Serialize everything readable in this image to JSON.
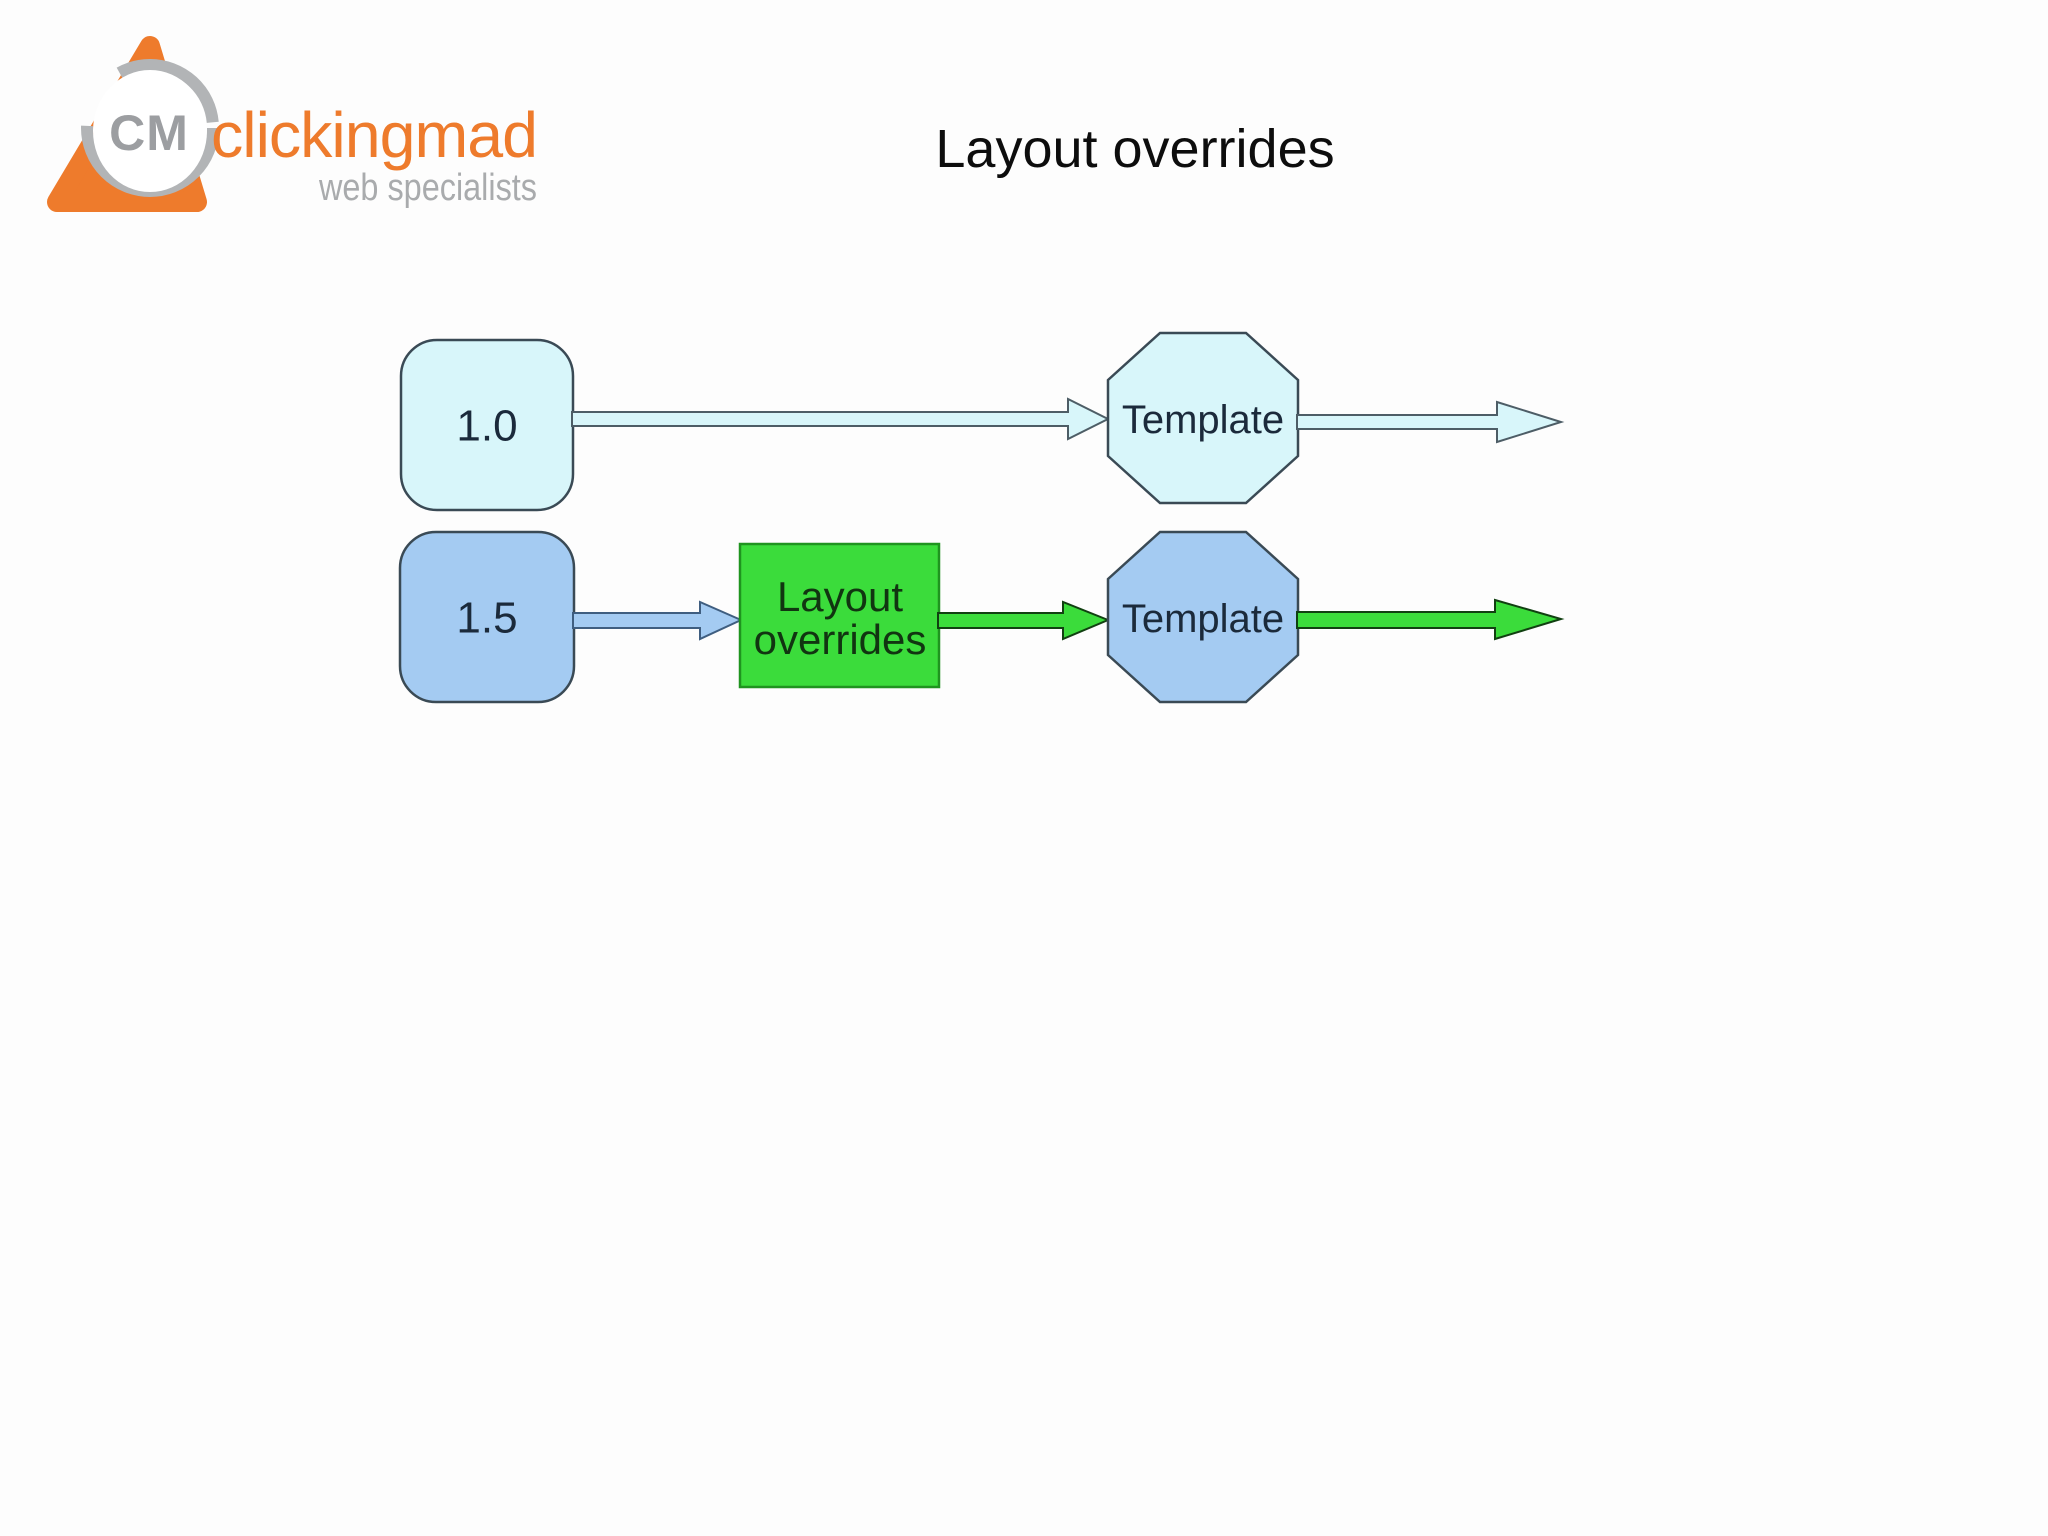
{
  "title": "Layout overrides",
  "logo": {
    "monogram": "CM",
    "brand": "clickingmad",
    "tagline": "web specialists",
    "brand_color": "#ee7b2c",
    "swoosh_gray": "#b2b4b6",
    "tagline_gray": "#a9abad"
  },
  "diagram": {
    "v10": {
      "version_label": "1.0",
      "template_label": "Template",
      "node_fill": "#d8f6fa",
      "node_stroke": "#3a4a55",
      "arrow_outline": "#4d5d66"
    },
    "v15": {
      "version_label": "1.5",
      "template_label": "Template",
      "override_line1": "Layout",
      "override_line2": "overrides",
      "node_fill": "#a4cbf2",
      "node_stroke": "#3a4a55",
      "blue_arrow_outline": "#3f5e80",
      "override_fill": "#3bdc3b",
      "override_stroke": "#1f941f",
      "green_arrow_fill": "#3bdc3b",
      "green_arrow_outline": "#114011"
    }
  }
}
